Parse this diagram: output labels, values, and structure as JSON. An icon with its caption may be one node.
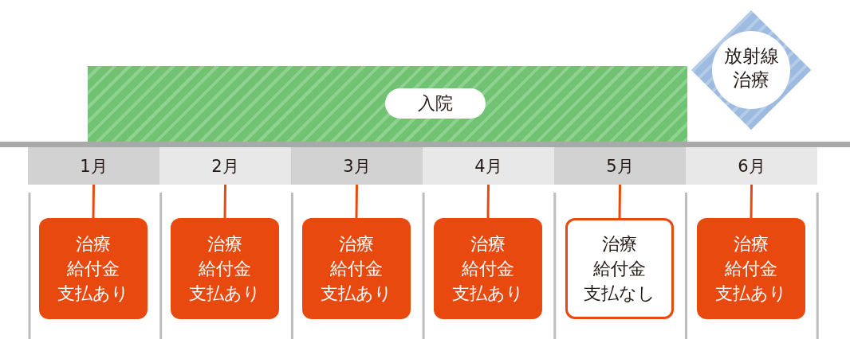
{
  "diagram": {
    "nodes": [
      {
        "text": [
          "入院"
        ]
      },
      {
        "text": [
          "放射線治療"
        ]
      },
      {
        "text": [
          "1月"
        ]
      },
      {
        "text": [
          "2月"
        ]
      },
      {
        "text": [
          "3月"
        ]
      },
      {
        "text": [
          "4月"
        ]
      },
      {
        "text": [
          "5月"
        ]
      },
      {
        "text": [
          "6月"
        ]
      },
      {
        "text": [
          "治療給付金支払あり"
        ]
      },
      {
        "text": [
          "治療給付金支払あり"
        ]
      },
      {
        "text": [
          "治療給付金支払あり"
        ]
      },
      {
        "text": [
          "治療給付金支払あり"
        ]
      },
      {
        "text": [
          "治療給付金支払なし"
        ]
      },
      {
        "text": [
          "治療給付金支払あり"
        ]
      }
    ],
    "edges": [
      {
        "from": 2,
        "to": 8,
        "arrow": "none"
      },
      {
        "from": 3,
        "to": 9,
        "arrow": "none"
      },
      {
        "from": 4,
        "to": 10,
        "arrow": "none"
      },
      {
        "from": 5,
        "to": 11,
        "arrow": "none"
      },
      {
        "from": 6,
        "to": 12,
        "arrow": "none"
      },
      {
        "from": 7,
        "to": 13,
        "arrow": "none"
      }
    ]
  }
}
